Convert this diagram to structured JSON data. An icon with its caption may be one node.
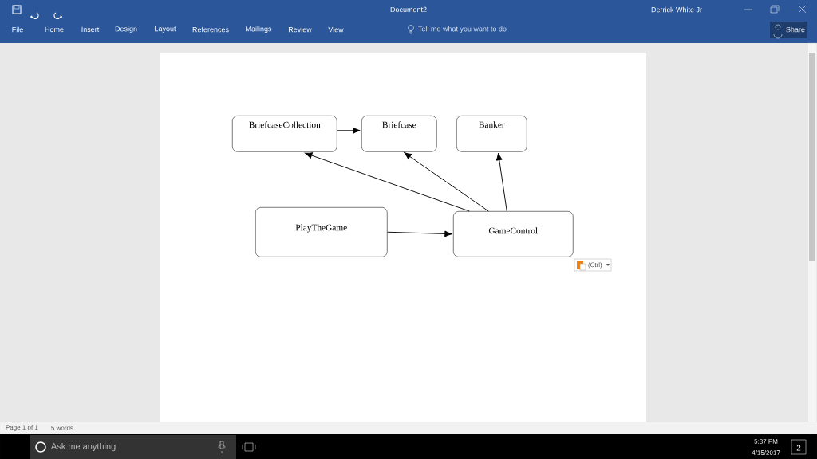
{
  "diagram": {
    "nodes": [
      {
        "text": [
          "BriefcaseCollection"
        ]
      },
      {
        "text": [
          "Briefcase"
        ]
      },
      {
        "text": [
          "Banker"
        ]
      },
      {
        "text": [
          "PlayTheGame"
        ]
      },
      {
        "text": [
          "GameControl"
        ]
      }
    ],
    "edges": [
      {
        "from": 0,
        "to": 1,
        "arrow": "to"
      },
      {
        "from": 4,
        "to": 0,
        "arrow": "to"
      },
      {
        "from": 4,
        "to": 1,
        "arrow": "to"
      },
      {
        "from": 4,
        "to": 2,
        "arrow": "to"
      },
      {
        "from": 3,
        "to": 4,
        "arrow": "to"
      }
    ],
    "labels": [
      "Document2",
      "Derrick White Jr",
      "File",
      "Home",
      "Insert",
      "Design",
      "Layout",
      "References",
      "Mailings",
      "Review",
      "View",
      "Tell me what you want to do",
      "Share",
      "(Ctrl)",
      "Page 1 of 1",
      "5 words",
      "Ask me anything",
      "5:37 PM",
      "4/15/2017",
      "2"
    ]
  }
}
